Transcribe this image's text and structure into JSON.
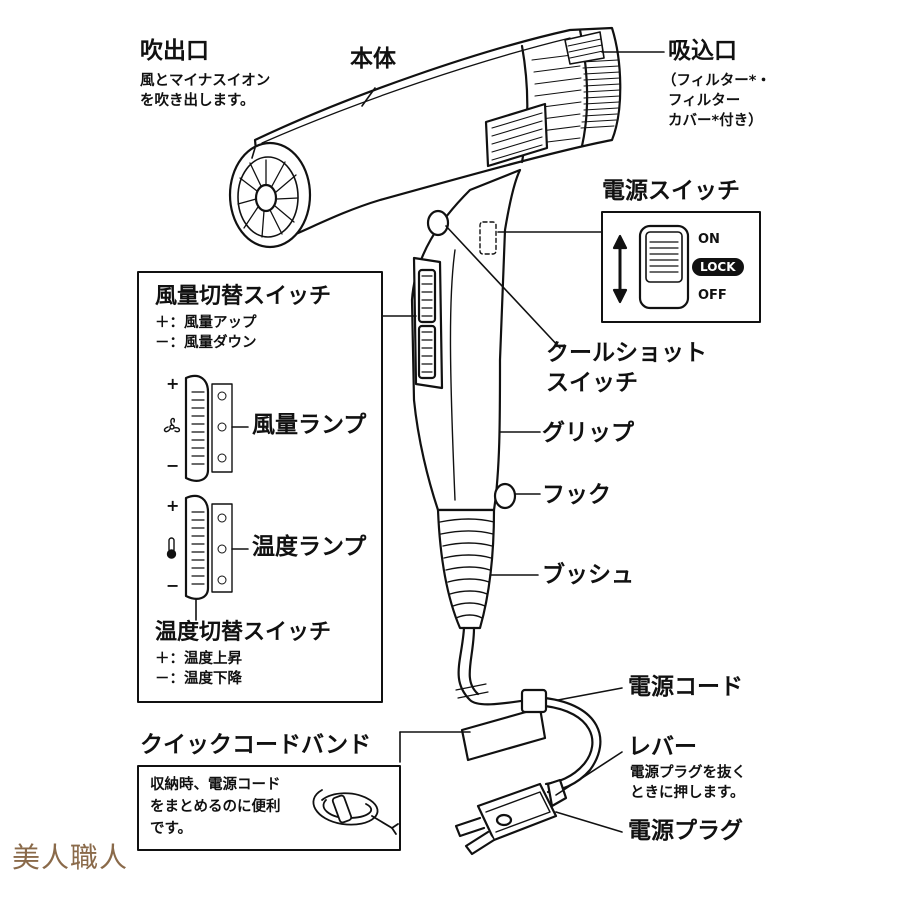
{
  "labels": {
    "fukidashi": "吹出口",
    "fukidashi_desc": [
      "風とマイナスイオン",
      "を吹き出します。"
    ],
    "hontai": "本体",
    "suikomi": "吸込口",
    "suikomi_desc": [
      "（フィルター*・",
      "フィルター",
      "カバー*付き）"
    ],
    "power_switch": "電源スイッチ",
    "power_on": "ON",
    "power_lock": "LOCK",
    "power_off": "OFF",
    "airflow_switch": "風量切替スイッチ",
    "airflow_up": "＋：風量アップ",
    "airflow_down": "－：風量ダウン",
    "airflow_lamp": "風量ランプ",
    "temp_lamp": "温度ランプ",
    "temp_switch": "温度切替スイッチ",
    "temp_up": "＋：温度上昇",
    "temp_down": "－：温度下降",
    "cool_shot": [
      "クールショット",
      "スイッチ"
    ],
    "grip": "グリップ",
    "hook": "フック",
    "bush": "ブッシュ",
    "power_cord": "電源コード",
    "quick_band": "クイックコードバンド",
    "quick_band_desc": [
      "収納時、電源コード",
      "をまとめるのに便利",
      "です。"
    ],
    "lever": "レバー",
    "lever_desc": [
      "電源プラグを抜く",
      "ときに押します。"
    ],
    "plug": "電源プラグ",
    "plus": "+",
    "minus": "−",
    "watermark": "美人職人"
  },
  "icons": {
    "fan": "fan-icon",
    "thermometer": "thermometer-icon"
  }
}
